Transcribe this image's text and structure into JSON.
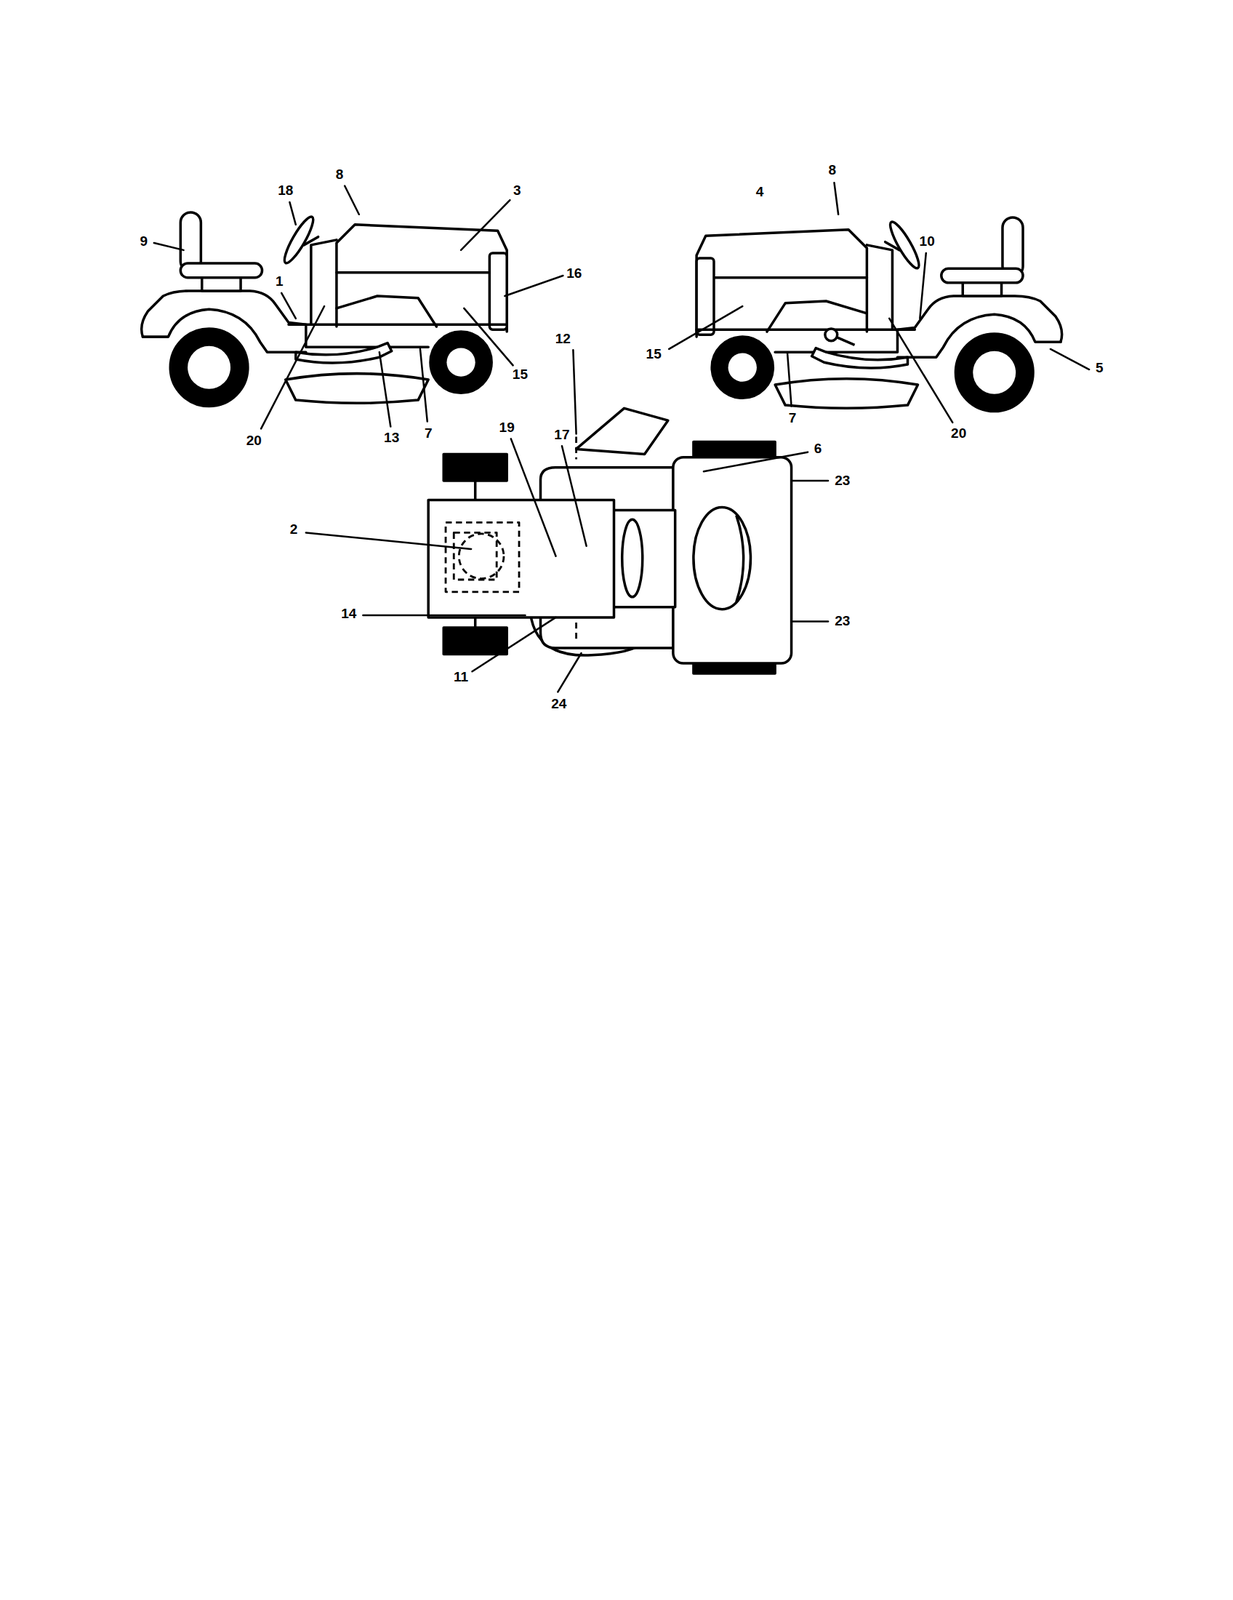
{
  "diagram": {
    "labels": [
      "18",
      "8",
      "3",
      "9",
      "1",
      "16",
      "15",
      "20",
      "13",
      "7",
      "4",
      "8",
      "10",
      "15",
      "5",
      "7",
      "20",
      "12",
      "19",
      "17",
      "6",
      "23",
      "2",
      "14",
      "23",
      "11",
      "24"
    ]
  }
}
